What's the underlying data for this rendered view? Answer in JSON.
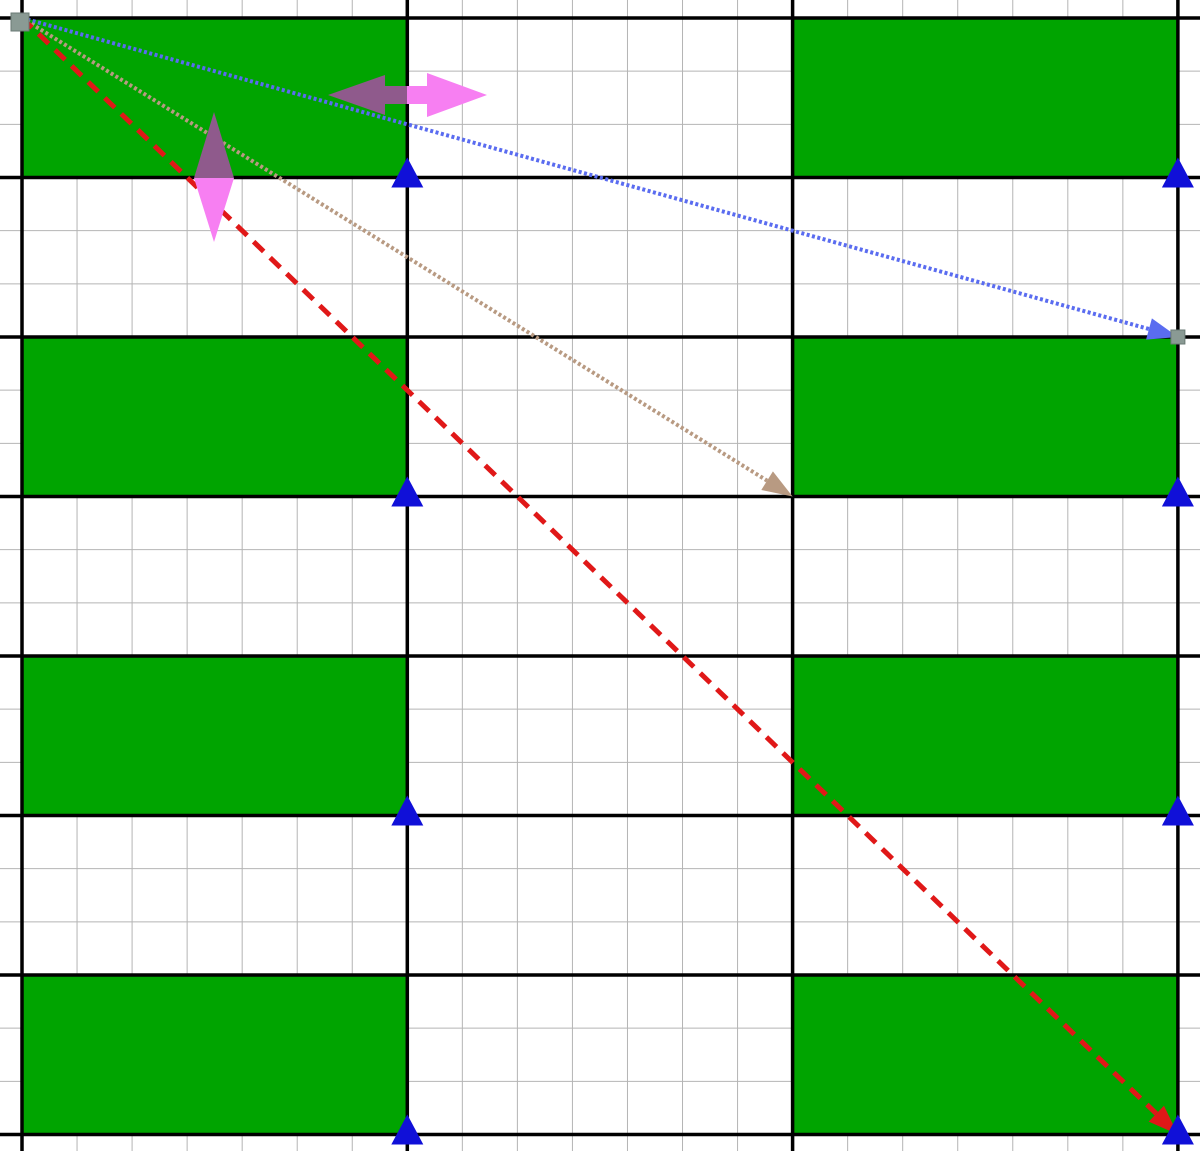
{
  "diagram": {
    "grid": {
      "major_columns": 3,
      "major_rows": 7,
      "minor_per_major_column": 7,
      "minor_per_major_row": 3
    },
    "filled_cells": [
      {
        "row": 0,
        "col": 0
      },
      {
        "row": 0,
        "col": 2
      },
      {
        "row": 2,
        "col": 0
      },
      {
        "row": 2,
        "col": 2
      },
      {
        "row": 4,
        "col": 0
      },
      {
        "row": 4,
        "col": 2
      },
      {
        "row": 6,
        "col": 0
      },
      {
        "row": 6,
        "col": 2
      }
    ],
    "vertex_markers": [
      {
        "row": 1,
        "col": 1
      },
      {
        "row": 1,
        "col": 3
      },
      {
        "row": 3,
        "col": 1
      },
      {
        "row": 3,
        "col": 3
      },
      {
        "row": 5,
        "col": 1
      },
      {
        "row": 5,
        "col": 3
      },
      {
        "row": 7,
        "col": 1
      },
      {
        "row": 7,
        "col": 3
      }
    ],
    "handles": [
      {
        "row": 0,
        "col": 0
      },
      {
        "row": 2,
        "col": 3
      }
    ],
    "connectors": [
      {
        "name": "blue-dotted",
        "from": {
          "row": 0,
          "col": 0
        },
        "to": {
          "row": 2,
          "col": 3
        },
        "style": "dotted"
      },
      {
        "name": "tan-dotted",
        "from": {
          "row": 0,
          "col": 0
        },
        "to": {
          "row": 3,
          "col": 2
        },
        "style": "dotted"
      },
      {
        "name": "red-dashed",
        "from": {
          "row": 0,
          "col": 0
        },
        "to": {
          "row": 7,
          "col": 3
        },
        "style": "dashed"
      }
    ],
    "resize_arrows": [
      {
        "name": "horizontal",
        "orientation": "horizontal"
      },
      {
        "name": "vertical",
        "orientation": "vertical"
      }
    ],
    "colors": {
      "fill": "#00a400",
      "major_line": "#000000",
      "minor_line": "#b4b4b4",
      "marker": "#1010d8",
      "handle": "#8a9a94",
      "blue_connector": "#5a6cf0",
      "tan_connector": "#b89a82",
      "red_connector": "#e01818",
      "arrow_pink": "#f77ff2",
      "arrow_purple": "#8f5a8c"
    }
  }
}
